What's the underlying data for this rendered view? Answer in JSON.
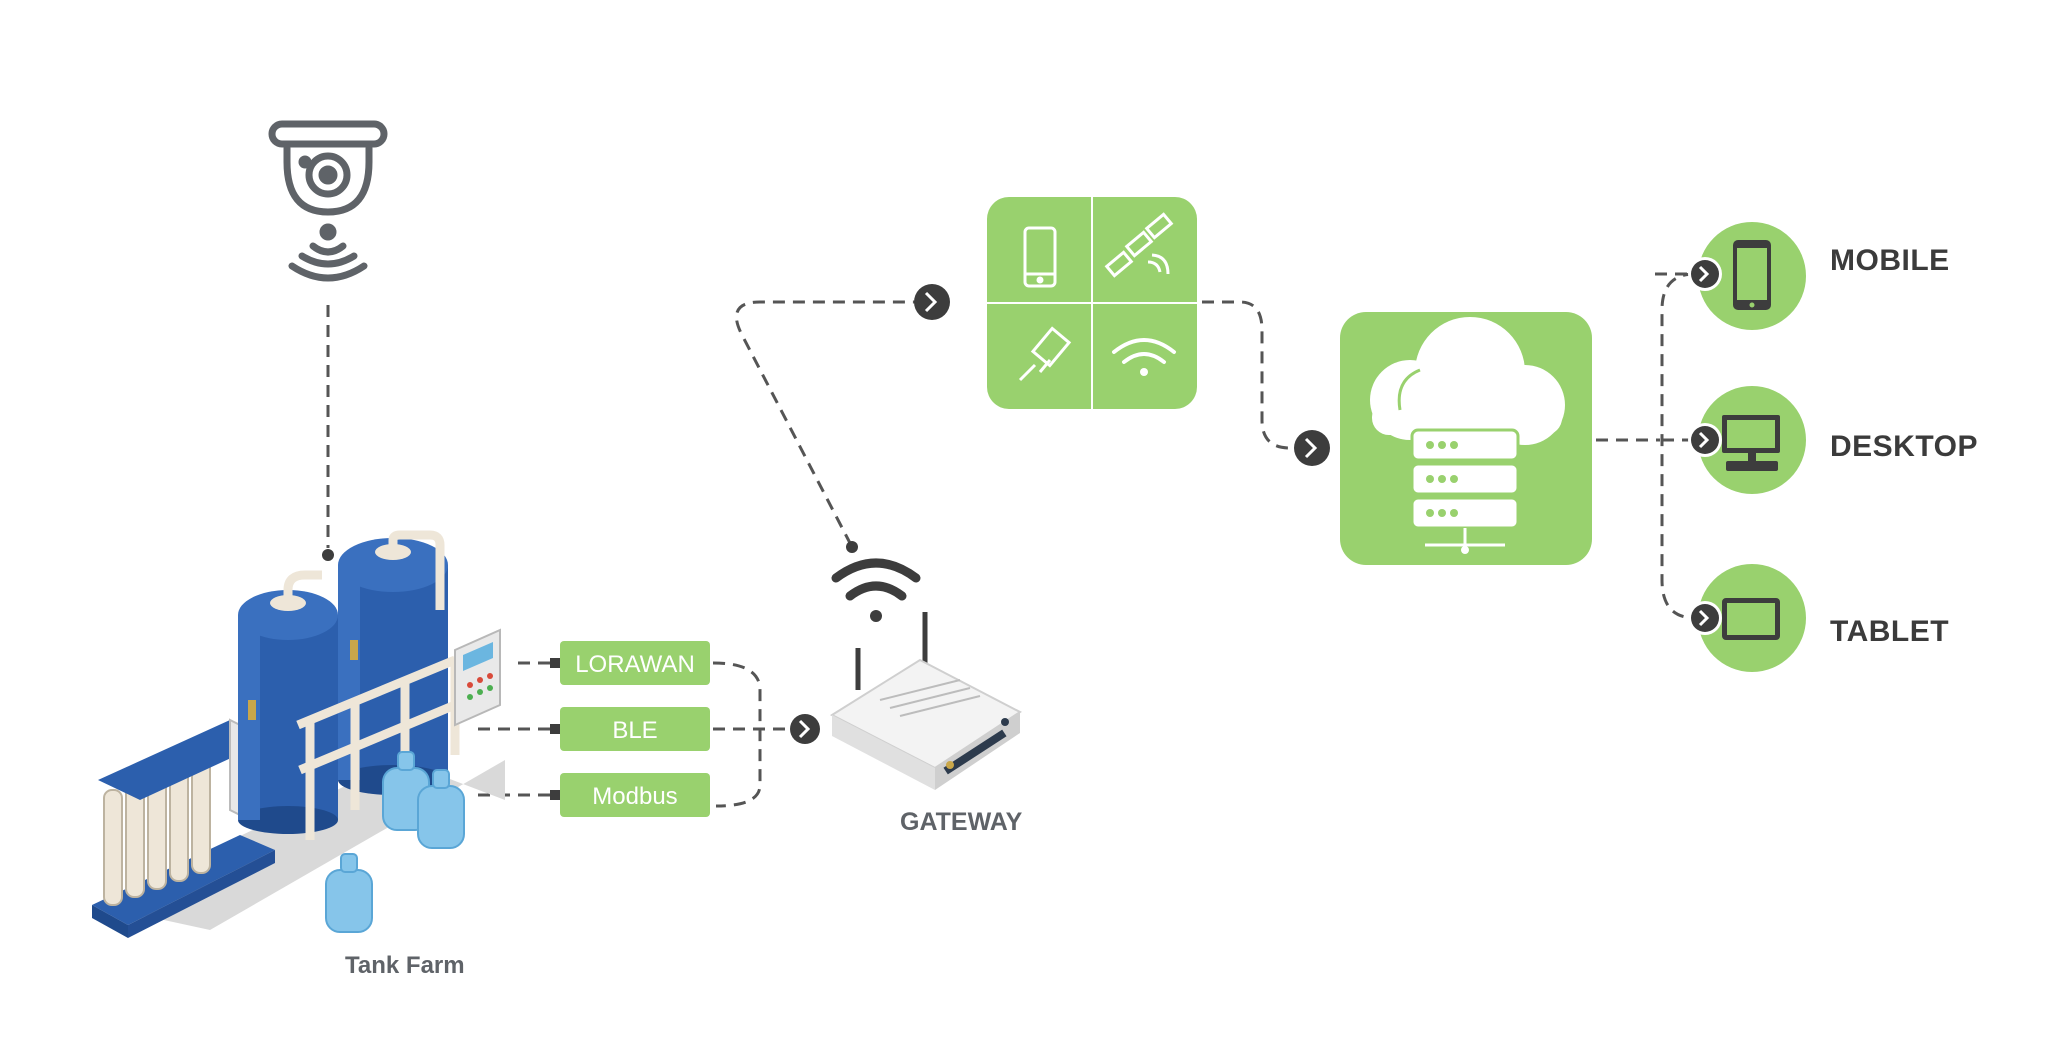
{
  "colors": {
    "green": "#99d16e",
    "dark": "#3d3d3d",
    "grey_icon": "#5f6368",
    "tank_blue": "#2c5fad",
    "water_blue": "#86c5ea"
  },
  "sensor": {
    "icon": "security-camera-icon",
    "signal": "wireless-signal-icon"
  },
  "tank_farm": {
    "label": "Tank Farm"
  },
  "protocols": [
    "LORAWAN",
    "BLE",
    "Modbus"
  ],
  "gateway": {
    "label": "GATEWAY",
    "icon": "router-icon"
  },
  "connectivity": {
    "icons": [
      "mobile-phone-icon",
      "satellite-icon",
      "ethernet-cable-icon",
      "wifi-icon"
    ]
  },
  "cloud": {
    "icon": "cloud-server-icon"
  },
  "devices": [
    {
      "label": "MOBILE",
      "icon": "mobile-phone-icon"
    },
    {
      "label": "DESKTOP",
      "icon": "desktop-computer-icon"
    },
    {
      "label": "TABLET",
      "icon": "tablet-icon"
    }
  ]
}
